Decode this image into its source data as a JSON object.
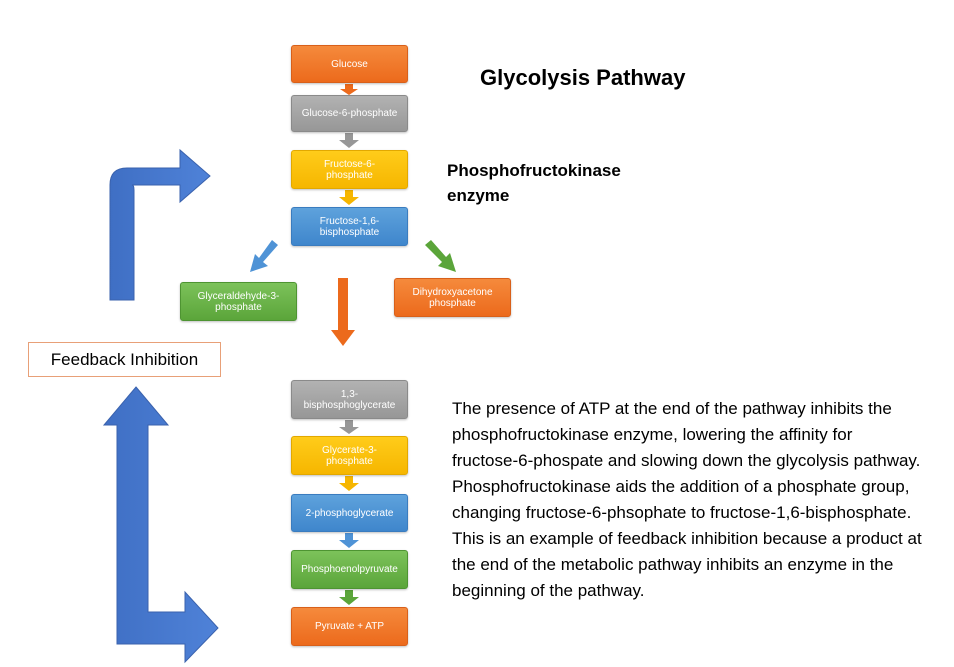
{
  "title": "Glycolysis Pathway",
  "enzyme_label": "Phosphofructokinase\nenzyme",
  "feedback_label": "Feedback Inhibition",
  "explanation": "The presence of ATP at the end of the pathway inhibits the phosphofructokinase enzyme, lowering the affinity for fructose-6-phospate and slowing down the glycolysis pathway. Phosphofructokinase aids the addition of a phosphate group, changing fructose-6-phsophate to fructose-1,6-bisphosphate. This is an example of feedback inhibition because a product at the end of the metabolic pathway inhibits an enzyme in the beginning of the pathway.",
  "steps": {
    "glucose": "Glucose",
    "glucose_6_phosphate": "Glucose-6-phosphate",
    "fructose_6_phosphate": "Fructose-6-\nphosphate",
    "fructose_1_6_bisphosphate": "Fructose-1,6-\nbisphosphate",
    "glyceraldehyde_3_phosphate": "Glyceraldehyde-3-\nphosphate",
    "dihydroxyacetone_phosphate": "Dihydroxyacetone\nphosphate",
    "bisphosphoglycerate": "1,3-\nbisphosphoglycerate",
    "glycerate_3_phosphate": "Glycerate-3-\nphosphate",
    "phosphoglycerate_2": "2-phosphoglycerate",
    "phosphoenolpyruvate": "Phosphoenolpyruvate",
    "pyruvate_atp": "Pyruvate + ATP"
  },
  "colors": {
    "orange": "#ec6a1c",
    "gray": "#979797",
    "yellow": "#f6b600",
    "blue": "#3f86cc",
    "green": "#5ba53a",
    "big_arrow": "#4472c4",
    "feedback_border": "#e8a078"
  }
}
